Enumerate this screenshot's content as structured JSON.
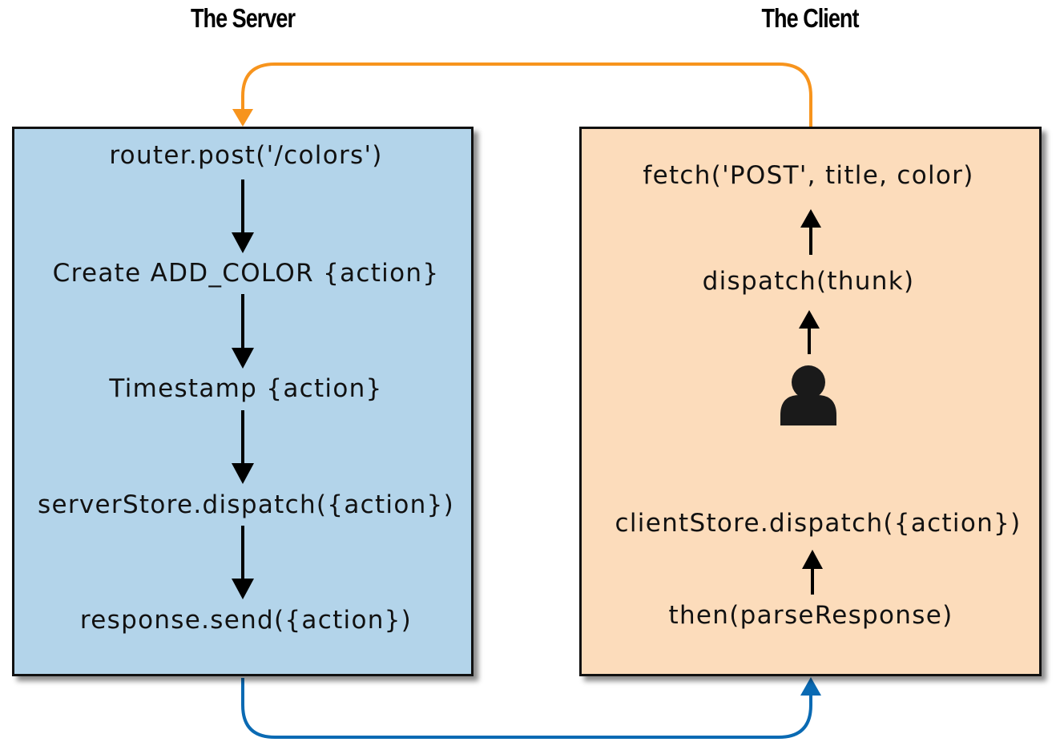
{
  "server": {
    "heading": "The Server",
    "steps": [
      "router.post('/colors')",
      "Create ADD_COLOR {action}",
      "Timestamp {action}",
      "serverStore.dispatch({action})",
      "response.send({action})"
    ]
  },
  "client": {
    "heading": "The Client",
    "steps": [
      "fetch('POST', title, color)",
      "dispatch(thunk)",
      "clientStore.dispatch({action})",
      "then(parseResponse)"
    ],
    "user_icon": "user-icon"
  },
  "colors": {
    "server_box": "#b3d4ea",
    "client_box": "#fcdcbb",
    "request_connector": "#f7941d",
    "response_connector": "#0a6ab3",
    "arrows": "#000000"
  }
}
